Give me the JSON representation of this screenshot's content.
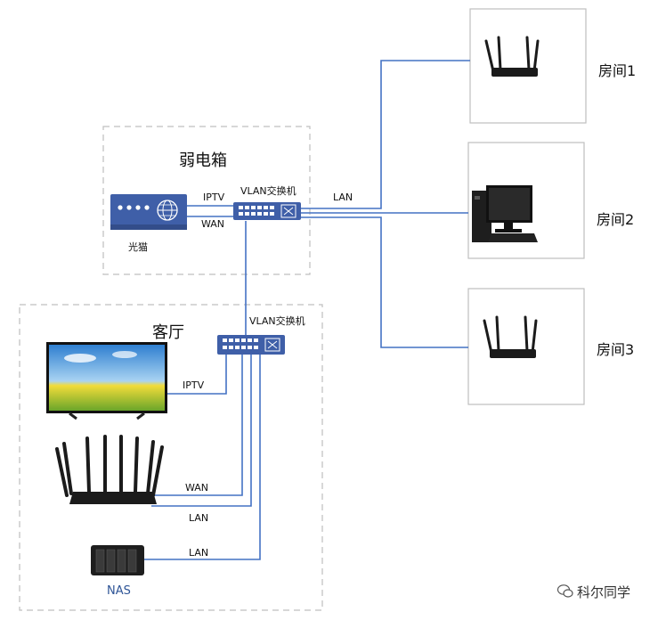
{
  "rooms": {
    "room1": "房间1",
    "room2": "房间2",
    "room3": "房间3"
  },
  "boxes": {
    "weak_current_box": "弱电箱",
    "living_room": "客厅"
  },
  "devices": {
    "optical_modem": "光猫",
    "vlan_switch_top": "VLAN交换机",
    "vlan_switch_bottom": "VLAN交换机",
    "nas": "NAS"
  },
  "links": {
    "iptv_top": "IPTV",
    "wan_top": "WAN",
    "lan_top": "LAN",
    "iptv_tv": "IPTV",
    "wan_router": "WAN",
    "lan_router": "LAN",
    "lan_nas": "LAN"
  },
  "watermark": "科尔同学",
  "colors": {
    "line": "#4472c4",
    "modem": "#3f5fa8",
    "dash": "#bfbfbf",
    "nas_text": "#2f5597"
  }
}
